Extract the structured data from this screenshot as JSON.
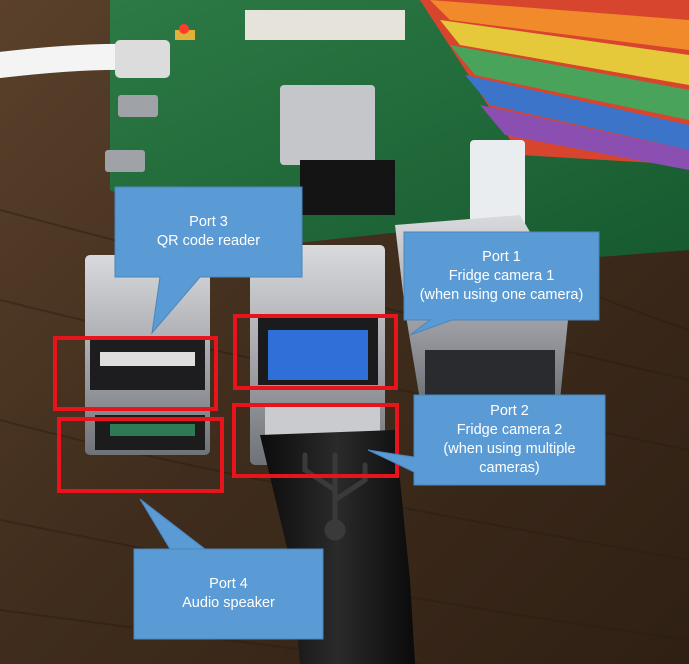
{
  "callouts": {
    "port3": {
      "title": "Port 3",
      "lines": [
        "QR code reader"
      ]
    },
    "port1": {
      "title": "Port 1",
      "lines": [
        "Fridge camera 1",
        "(when using one camera)"
      ]
    },
    "port2": {
      "title": "Port 2",
      "lines": [
        "Fridge camera 2",
        "(when using multiple",
        "cameras)"
      ]
    },
    "port4": {
      "title": "Port 4",
      "lines": [
        "Audio speaker"
      ]
    }
  },
  "colors": {
    "callout_fill": "#5b9bd5",
    "highlight": "#e8141c",
    "board": "#1f6b3a",
    "wood": "#4a3524"
  }
}
